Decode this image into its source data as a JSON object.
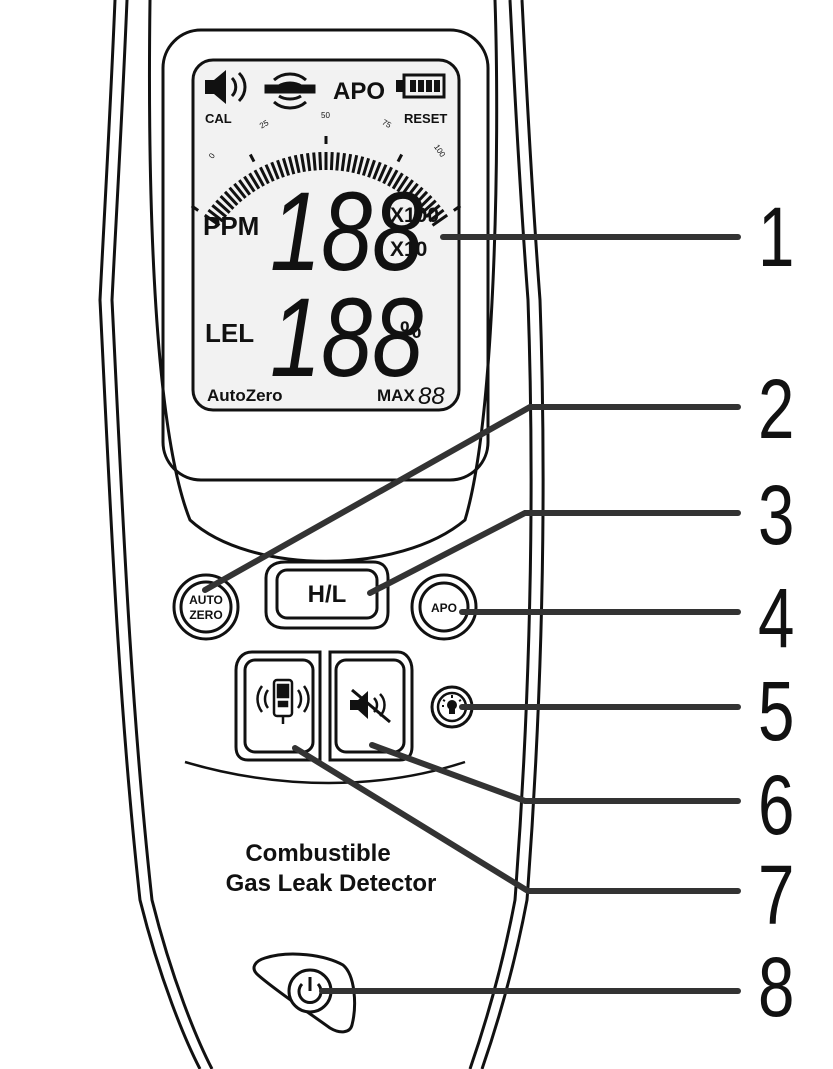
{
  "colors": {
    "outline": "#111111",
    "callout_line": "#333333",
    "lcd_fill": "#f2f2f2",
    "background": "#ffffff"
  },
  "lcd": {
    "icons": [
      "speaker-icon",
      "sensor-icon",
      "battery-icon"
    ],
    "apo": "APO",
    "cal": "CAL",
    "reset": "RESET",
    "scale_ticks": [
      "0",
      "25",
      "50",
      "75",
      "100"
    ],
    "ppm": "PPM",
    "digits_top": "188",
    "x100": "X100",
    "x10": "X10",
    "lel": "LEL",
    "digits_bottom": "188",
    "percent": "%",
    "autozero": "AutoZero",
    "max": "MAX",
    "max_digits": "88"
  },
  "buttons": {
    "auto_zero_line1": "AUTO",
    "auto_zero_line2": "ZERO",
    "hl": "H/L",
    "apo": "APO",
    "light_icon": "light-bulb-icon",
    "mute_icon": "mute-speaker-icon",
    "sensitivity_icon": "detector-vibration-icon",
    "power_icon": "power-icon"
  },
  "product": {
    "line1": "Combustible",
    "line2": "Gas Leak Detector"
  },
  "callouts": [
    "1",
    "2",
    "3",
    "4",
    "5",
    "6",
    "7",
    "8"
  ]
}
